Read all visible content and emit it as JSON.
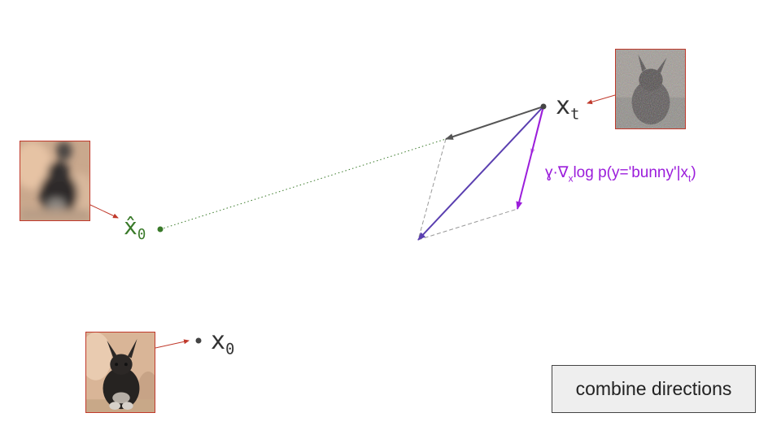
{
  "labels": {
    "xt": "x",
    "xt_sub": "t",
    "x0hat": "x̂",
    "x0hat_sub": "0",
    "x0": "x",
    "x0_sub": "0"
  },
  "gradient_label": {
    "prefix": "ɣ·∇",
    "sub_x": "x",
    "body": "log p(y='bunny'|x",
    "sub_t": "t",
    "close": ")"
  },
  "button": {
    "label": "combine directions"
  },
  "images": {
    "noisy": "noisy-bunny-image",
    "blurry": "blurry-bunny-image",
    "clean": "clean-bunny-image"
  },
  "colors": {
    "frame": "#c0392b",
    "green": "#3a7a2a",
    "purple": "#9b1ddb",
    "dark_purple": "#5a3fb0",
    "gray_arrow": "#555555",
    "dashed": "#999999"
  }
}
